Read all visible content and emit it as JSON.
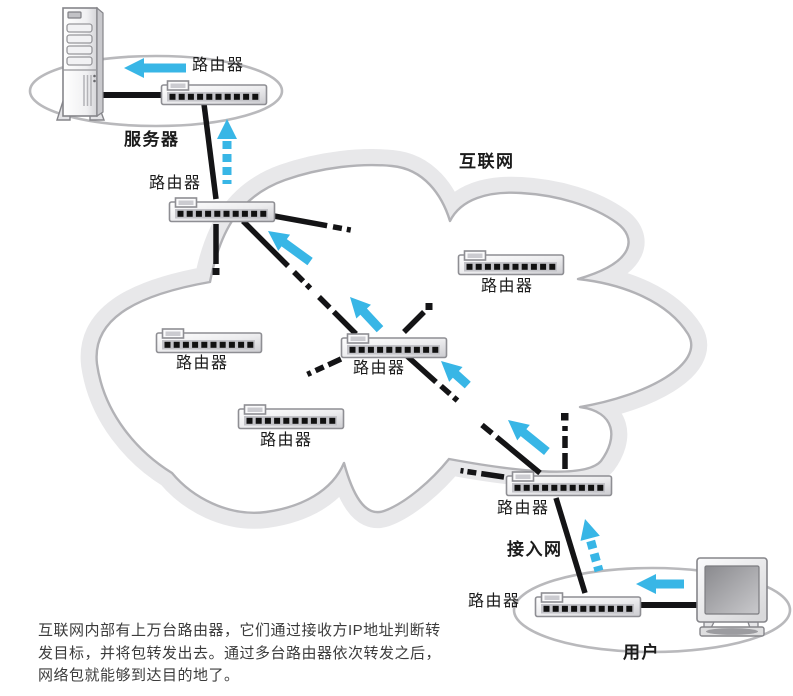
{
  "regions": {
    "internet": "互联网",
    "access_network": "接入网"
  },
  "endpoints": {
    "server": "服务器",
    "user": "用户"
  },
  "routers": [
    {
      "id": "server-side-router",
      "label": "路由器"
    },
    {
      "id": "internet-edge-router-top",
      "label": "路由器"
    },
    {
      "id": "internet-router-northeast",
      "label": "路由器"
    },
    {
      "id": "internet-router-west",
      "label": "路由器"
    },
    {
      "id": "internet-router-center",
      "label": "路由器"
    },
    {
      "id": "internet-router-south",
      "label": "路由器"
    },
    {
      "id": "access-edge-router",
      "label": "路由器"
    },
    {
      "id": "user-side-router",
      "label": "路由器"
    }
  ],
  "caption": {
    "lines": [
      "互联网内部有上万台路由器，它们通过接收方IP地址判断转",
      "发目标，并将包转发出去。通过多台路由器依次转发之后，",
      "网络包就能够到达目的地了。"
    ]
  },
  "icons": {
    "server": "server-tower-icon",
    "user": "desktop-monitor-icon",
    "router": "router-device-icon",
    "flow": "packet-flow-arrow-icon"
  },
  "colors": {
    "arrow": "#38b6e6",
    "cloud_band": "#e8e8ea",
    "cloud_edge": "#b2b2b6",
    "cable": "#141416",
    "ellipse_stroke": "#b9b9bc",
    "text": "#1b1b1b"
  }
}
